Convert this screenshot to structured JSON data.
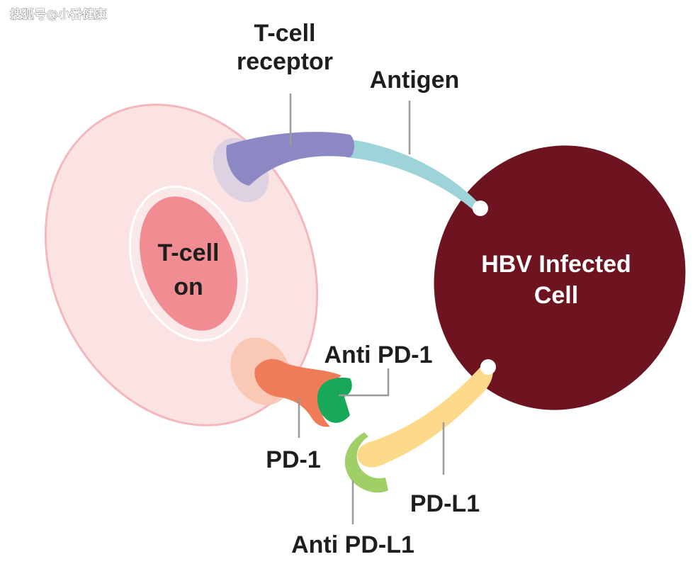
{
  "watermark": "搜狐号@小番健康",
  "labels": {
    "tcell_receptor_line1": "T-cell",
    "tcell_receptor_line2": "receptor",
    "antigen": "Antigen",
    "tcell_on_line1": "T-cell",
    "tcell_on_line2": "on",
    "hbv_line1": "HBV Infected",
    "hbv_line2": "Cell",
    "anti_pd1": "Anti PD-1",
    "pd1": "PD-1",
    "pd_l1": "PD-L1",
    "anti_pd_l1": "Anti PD-L1"
  },
  "colors": {
    "tcell_membrane": "#fbe3e4",
    "tcell_border": "#f4b8bc",
    "tcell_nucleus": "#f08c92",
    "hbv_cell": "#6e1420",
    "receptor": "#8c88c4",
    "antigen": "#9dd4da",
    "pd1": "#f07b58",
    "anti_pd1": "#17a85a",
    "pd_l1": "#fdd98a",
    "anti_pd_l1": "#9fcf66"
  }
}
